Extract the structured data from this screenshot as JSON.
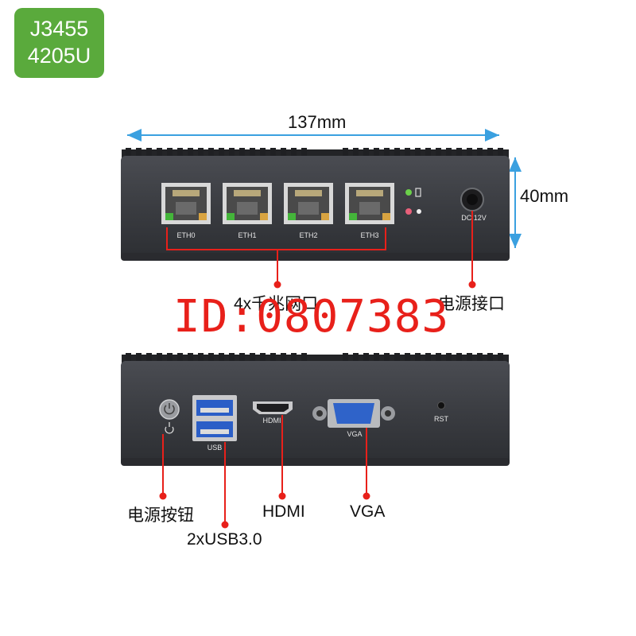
{
  "badge": {
    "line1": "J3455",
    "line2": "4205U"
  },
  "dimensions": {
    "width": "137mm",
    "height": "40mm"
  },
  "front_panel": {
    "ports": [
      "ETH0",
      "ETH1",
      "ETH2",
      "ETH3"
    ],
    "power_jack_label": "DC 12V",
    "callout_lan": "4x千兆网口",
    "callout_power_jack": "电源接口"
  },
  "watermark": "ID:0807383",
  "rear_panel": {
    "usb_label": "USB",
    "hdmi_label": "HDMI",
    "vga_label": "VGA",
    "rst_label": "RST",
    "callout_power_button": "电源按钮",
    "callout_usb": "2xUSB3.0",
    "callout_hdmi": "HDMI",
    "callout_vga": "VGA"
  },
  "colors": {
    "badge_green": "#5aaa3c",
    "callout_red": "#e8201a",
    "dimension_blue": "#3aa0e0",
    "chassis": "#3c3e43",
    "vga_port_blue": "#2f63c9"
  }
}
